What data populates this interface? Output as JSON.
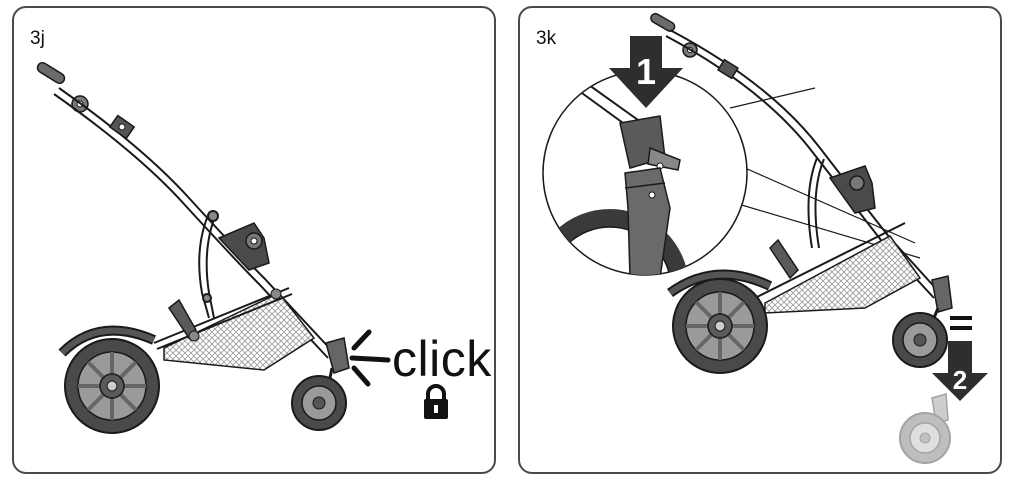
{
  "panels": [
    {
      "step": "3j",
      "action_word": "click",
      "lock_icon": "padlock-icon"
    },
    {
      "step": "3k",
      "arrows": [
        "1",
        "2"
      ]
    }
  ],
  "colors": {
    "frame": "#1a1a1a",
    "tire": "#3a3a3a",
    "hub": "#8a8a8a",
    "mesh": "#d8d8d8",
    "ghost": "#b4b4b4",
    "arrow": "#2e2e2e"
  }
}
